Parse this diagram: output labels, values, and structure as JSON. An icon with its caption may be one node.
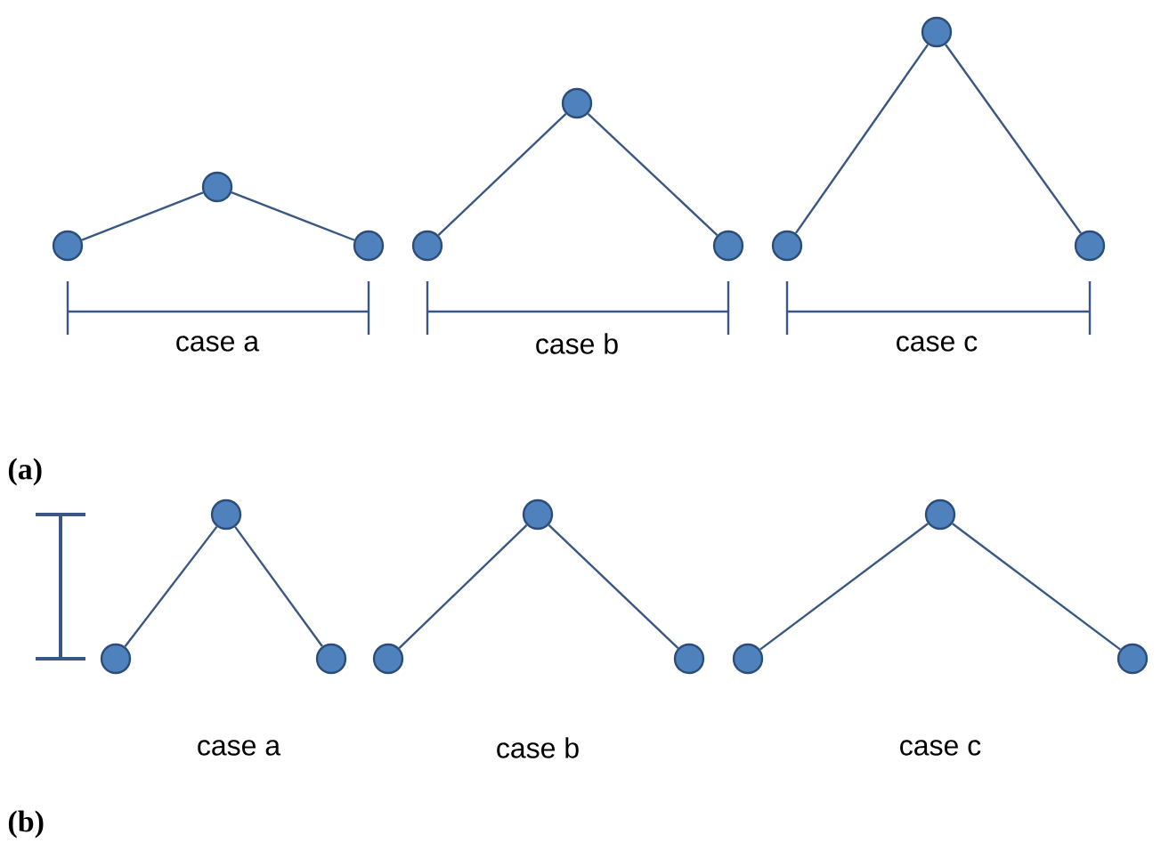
{
  "diagram": {
    "nodes": [
      {
        "text": [],
        "shape": "circle"
      },
      {
        "text": [],
        "shape": "circle"
      },
      {
        "text": [],
        "shape": "circle"
      },
      {
        "text": [],
        "shape": "circle"
      },
      {
        "text": [],
        "shape": "circle"
      },
      {
        "text": [],
        "shape": "circle"
      },
      {
        "text": [],
        "shape": "circle"
      },
      {
        "text": [],
        "shape": "circle"
      },
      {
        "text": [],
        "shape": "circle"
      },
      {
        "text": [],
        "shape": "circle"
      },
      {
        "text": [],
        "shape": "circle"
      },
      {
        "text": [],
        "shape": "circle"
      },
      {
        "text": [],
        "shape": "circle"
      },
      {
        "text": [],
        "shape": "circle"
      },
      {
        "text": [],
        "shape": "circle"
      },
      {
        "text": [],
        "shape": "circle"
      },
      {
        "text": [],
        "shape": "circle"
      },
      {
        "text": [],
        "shape": "circle"
      }
    ],
    "edges": [
      {
        "from": 0,
        "to": 1,
        "arrow": "none"
      },
      {
        "from": 1,
        "to": 2,
        "arrow": "none"
      },
      {
        "from": 3,
        "to": 4,
        "arrow": "none"
      },
      {
        "from": 4,
        "to": 5,
        "arrow": "none"
      },
      {
        "from": 6,
        "to": 7,
        "arrow": "none"
      },
      {
        "from": 7,
        "to": 8,
        "arrow": "none"
      },
      {
        "from": 9,
        "to": 10,
        "arrow": "none"
      },
      {
        "from": 10,
        "to": 11,
        "arrow": "none"
      },
      {
        "from": 12,
        "to": 13,
        "arrow": "none"
      },
      {
        "from": 13,
        "to": 14,
        "arrow": "none"
      },
      {
        "from": 15,
        "to": 16,
        "arrow": "none"
      },
      {
        "from": 16,
        "to": 17,
        "arrow": "none"
      }
    ],
    "labels": [
      "case a",
      "case b",
      "case c",
      "(a)",
      "case a",
      "case b",
      "case c",
      "(b)"
    ]
  }
}
